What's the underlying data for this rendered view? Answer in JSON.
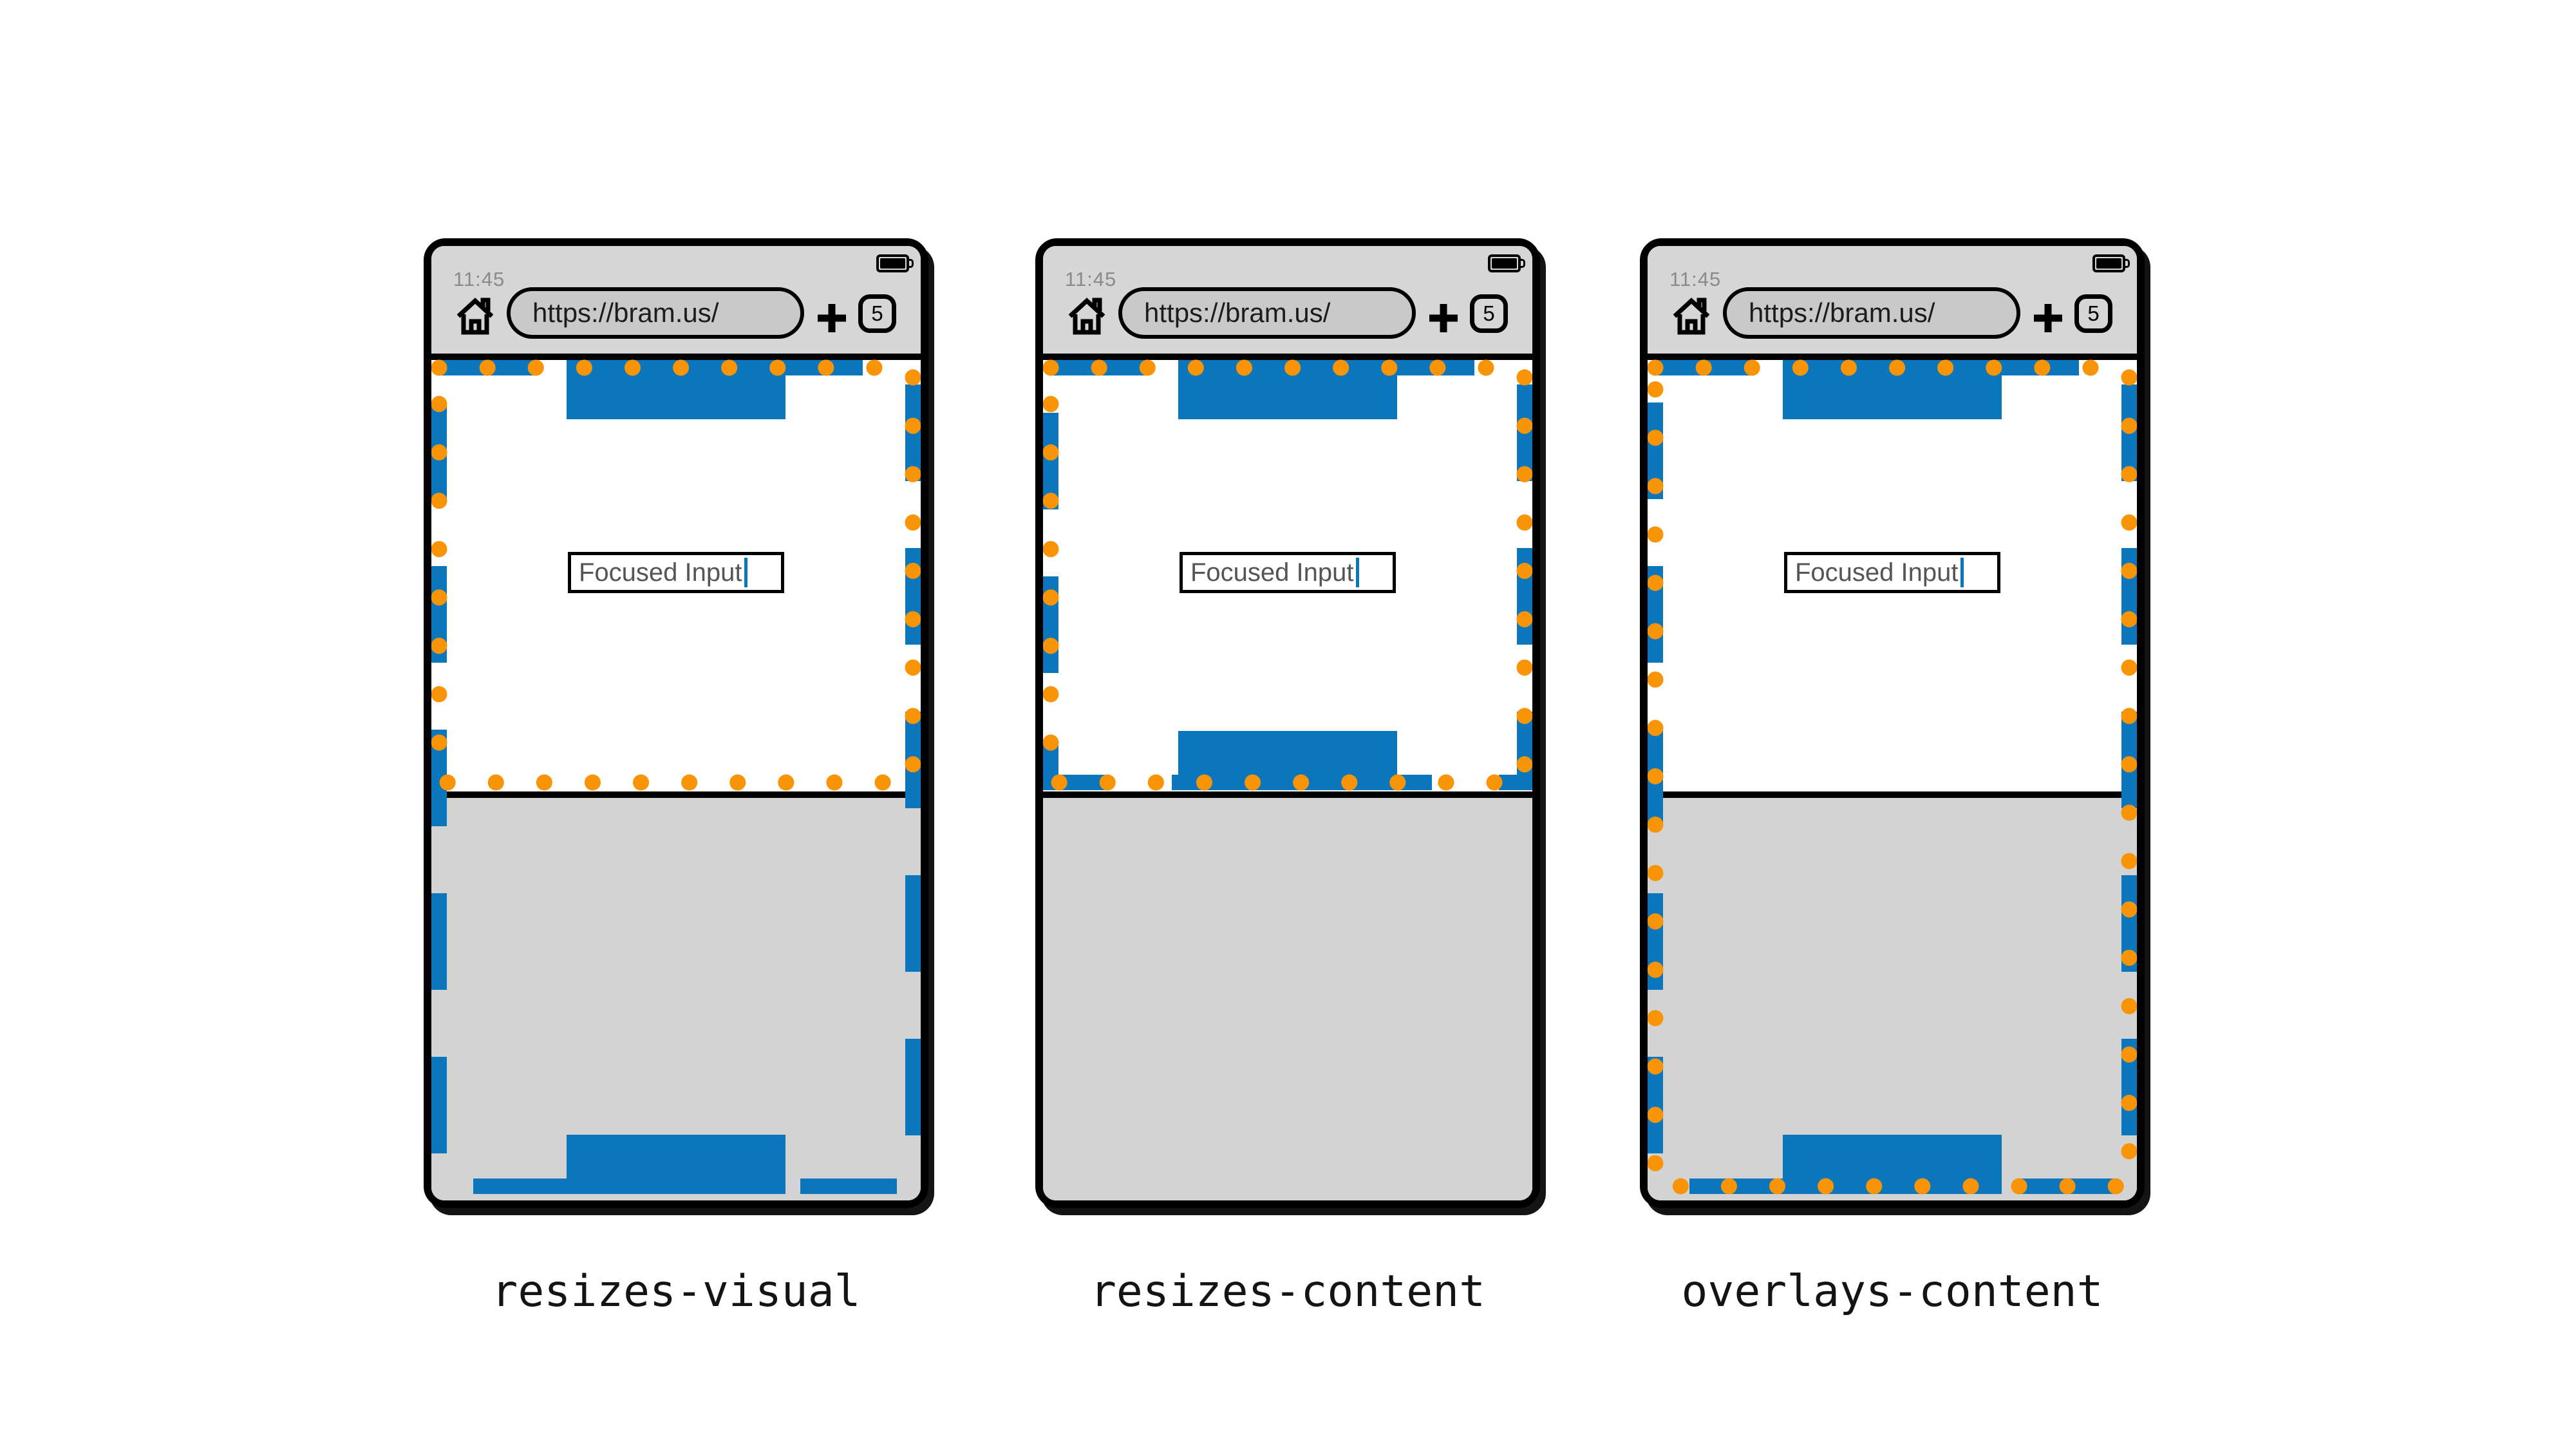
{
  "theme": {
    "layout_viewport_blue": "#0b76bc",
    "visual_viewport_orange": "#f89406",
    "chrome_gray": "#d6d6d6",
    "keyboard_gray": "#d3d3d3",
    "pill_gray": "#c9c9c9",
    "status_text_gray": "#8a8a8a",
    "url_text": "#1c1c1c",
    "input_text_gray": "#555555"
  },
  "icons": {
    "home": "home-icon",
    "battery": "battery-icon",
    "new_tab": "plus-icon",
    "caret": "text-caret"
  },
  "phones": [
    {
      "label": "resizes-visual",
      "status": {
        "time": "11:45"
      },
      "browser": {
        "url": "https://bram.us/",
        "tab_count": "5"
      },
      "page": {
        "input_value": "Focused Input"
      }
    },
    {
      "label": "resizes-content",
      "status": {
        "time": "11:45"
      },
      "browser": {
        "url": "https://bram.us/",
        "tab_count": "5"
      },
      "page": {
        "input_value": "Focused Input"
      }
    },
    {
      "label": "overlays-content",
      "status": {
        "time": "11:45"
      },
      "browser": {
        "url": "https://bram.us/",
        "tab_count": "5"
      },
      "page": {
        "input_value": "Focused Input"
      }
    }
  ]
}
